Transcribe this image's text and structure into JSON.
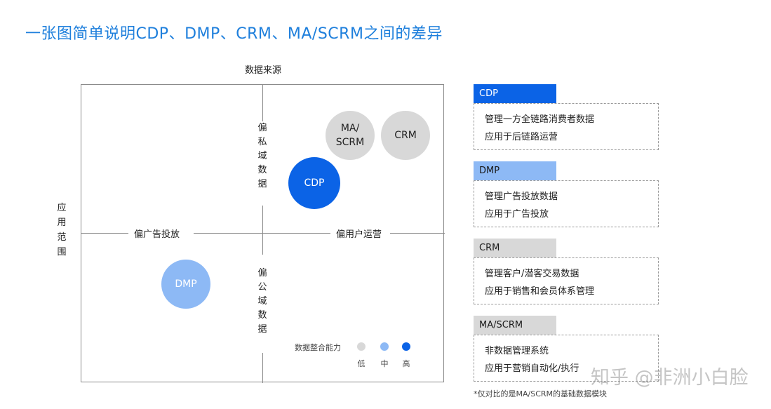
{
  "title": "一张图简单说明CDP、DMP、CRM、MA/SCRM之间的差异",
  "axes": {
    "top": "数据来源",
    "left": "应用范围",
    "left_chars": [
      "应",
      "用",
      "范",
      "围"
    ],
    "private": "偏私域数据",
    "private_chars": [
      "偏",
      "私",
      "域",
      "数",
      "据"
    ],
    "public": "偏公域数据",
    "public_chars": [
      "偏",
      "公",
      "域",
      "数",
      "据"
    ],
    "ads": "偏广告投放",
    "ops": "偏用户运营"
  },
  "bubbles": {
    "ma": {
      "label": "MA/\nSCRM",
      "level": "低"
    },
    "crm": {
      "label": "CRM",
      "level": "低"
    },
    "cdp": {
      "label": "CDP",
      "level": "高"
    },
    "dmp": {
      "label": "DMP",
      "level": "中"
    }
  },
  "legend": {
    "title": "数据整合能力",
    "low": "低",
    "mid": "中",
    "high": "高"
  },
  "colors": {
    "title": "#1e7fdc",
    "high": "#0b63e6",
    "mid": "#8db9f5",
    "low": "#d8d8d8"
  },
  "cards": [
    {
      "name": "CDP",
      "lines": [
        "管理一方全链路消费者数据",
        "应用于后链路运营"
      ]
    },
    {
      "name": "DMP",
      "lines": [
        "管理广告投放数据",
        "应用于广告投放"
      ]
    },
    {
      "name": "CRM",
      "lines": [
        "管理客户/潜客交易数据",
        "应用于销售和会员体系管理"
      ]
    },
    {
      "name": "MA/SCRM",
      "lines": [
        "非数据管理系统",
        "应用于营销自动化/执行"
      ]
    }
  ],
  "footnote": "*仅对比的是MA/SCRM的基础数据模块",
  "watermark": "知乎 @非洲小白脸"
}
